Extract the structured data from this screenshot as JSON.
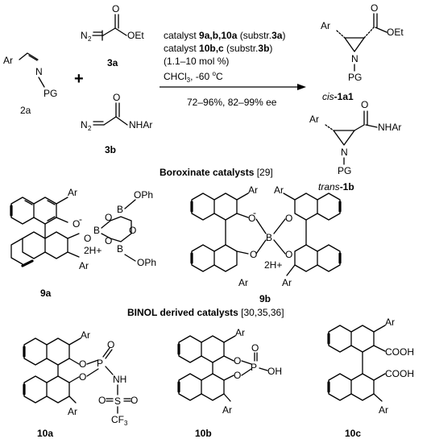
{
  "reaction": {
    "imine": {
      "ar": "Ar",
      "n": "N",
      "pg": "PG",
      "id": "2a"
    },
    "plus": "+",
    "diazoester": {
      "n2": "N",
      "sub2": "2",
      "oet": "OEt",
      "o": "O",
      "id": "3a"
    },
    "diazoamide": {
      "n2": "N",
      "sub2": "2",
      "nhar": "NHAr",
      "o": "O",
      "id": "3b"
    },
    "conditions": {
      "line1_prefix": "catalyst ",
      "line1_bold": "9a,b,10a",
      "line1_mid": " (substr.",
      "line1_sub": "3a",
      "line1_end": ")",
      "line2_prefix": "catalyst ",
      "line2_bold": "10b,c",
      "line2_mid": " (substr.",
      "line2_sub": "3b",
      "line2_end": ")",
      "line3": "(1.1–10 mol %)",
      "line4": "CHCl",
      "line4_sub": "3",
      "line4_end": ", -60 ",
      "line4_deg": "o",
      "line4_c": "C",
      "yield": "72–96%, 82–99% ee"
    },
    "cis_product": {
      "ar": "Ar",
      "o": "O",
      "oet": "OEt",
      "n": "N",
      "pg": "PG",
      "prefix": "cis",
      "id": "-1a1"
    },
    "trans_product": {
      "ar": "Ar",
      "o": "O",
      "nhar": "NHAr",
      "n": "N",
      "pg": "PG",
      "prefix": "trans",
      "id": "-1b"
    }
  },
  "boroxinate": {
    "heading": "Boroxinate catalysts",
    "ref": " [29]",
    "cat9a": {
      "ar_top": "Ar",
      "ar_bottom": "Ar",
      "o": "O",
      "b": "B",
      "minus": "-",
      "oph": "OPh",
      "h": "2H+",
      "id": "9a"
    },
    "cat9b": {
      "ar": "Ar",
      "o": "O",
      "b": "B",
      "minus": "-",
      "h": "2H+",
      "id": "9b"
    }
  },
  "binol": {
    "heading": "BINOL derived catalysts",
    "ref": " [30,35,36]",
    "cat10a": {
      "ar": "Ar",
      "o": "O",
      "p": "P",
      "nh": "NH",
      "s": "S",
      "cf3": "CF",
      "cf3_sub": "3",
      "id": "10a"
    },
    "cat10b": {
      "ar": "Ar",
      "o": "O",
      "p": "P",
      "oh": "OH",
      "id": "10b"
    },
    "cat10c": {
      "ar": "Ar",
      "cooh": "COOH",
      "id": "10c"
    }
  }
}
